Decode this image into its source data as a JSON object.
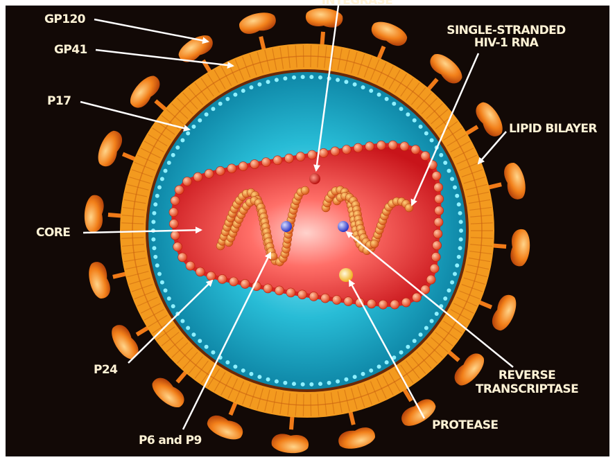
{
  "labels": {
    "integrase": "INTEGRASE",
    "gp120": "GP120",
    "gp41": "GP41",
    "p17": "P17",
    "core": "CORE",
    "p24": "P24",
    "p6_p9": "P6 and P9",
    "rna_line1": "SINGLE-STRANDED",
    "rna_line2": "HIV-1 RNA",
    "lipid_bilayer": "LIPID BILAYER",
    "rt_line1": "REVERSE",
    "rt_line2": "TRANSCRIPTASE",
    "protease": "PROTEASE"
  },
  "colors": {
    "background": "#120906",
    "envelope_orange": "#f39a1f",
    "envelope_dark": "#c55a0c",
    "matrix_cyan": "#16a8c4",
    "matrix_bead": "#7fe3f2",
    "capsid_red": "#d61a1f",
    "capsid_bead": "#ff6a5e",
    "rna_orange": "#f0801c",
    "knob_orange": "#f2801a",
    "enzyme_blue": "#3a4ad8",
    "protease_yellow": "#ffe065",
    "label_text": "#fff3d6"
  }
}
